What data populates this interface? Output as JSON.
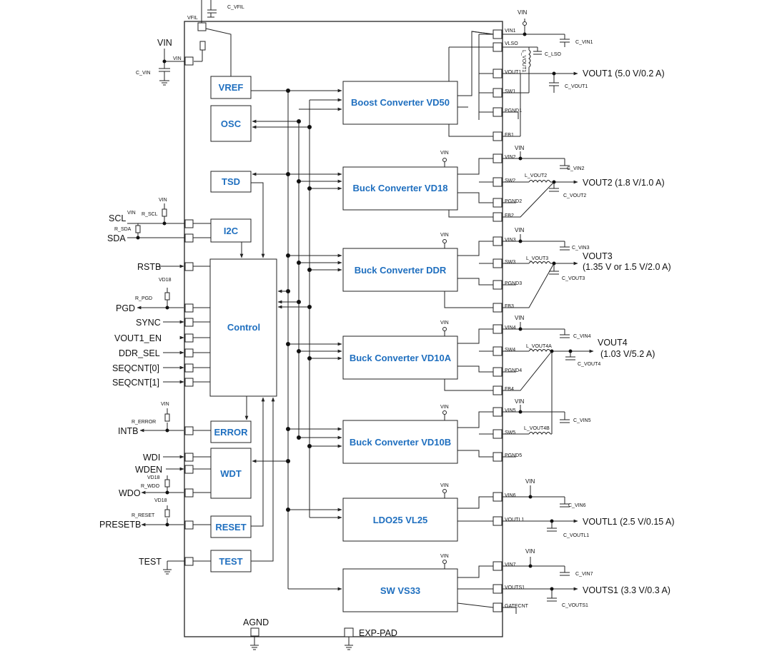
{
  "blocks": {
    "vref": "VREF",
    "osc": "OSC",
    "tsd": "TSD",
    "i2c": "I2C",
    "control": "Control",
    "error": "ERROR",
    "wdt": "WDT",
    "reset": "RESET",
    "test": "TEST"
  },
  "converters": [
    {
      "label": "Boost Converter  VD50"
    },
    {
      "label": "Buck Converter VD18"
    },
    {
      "label": "Buck Converter DDR"
    },
    {
      "label": "Buck Converter VD10A"
    },
    {
      "label": "Buck Converter VD10B"
    },
    {
      "label": "LDO25  VL25"
    },
    {
      "label": "SW  VS33"
    }
  ],
  "left_signals": {
    "vin_top": "VIN",
    "c_vin": "C_VIN",
    "vin_pin": "VIN",
    "vfil": "VFIL",
    "c_vfil": "C_VFIL",
    "scl": "SCL",
    "sda": "SDA",
    "vin_i2c": "VIN",
    "vin_i2c2": "VIN",
    "r_scl": "R_SCL",
    "r_sda": "R_SDA",
    "rstb": "RSTB",
    "vd18_pgd": "VD18",
    "r_pgd": "R_PGD",
    "pgd": "PGD",
    "sync": "SYNC",
    "vout1_en": "VOUT1_EN",
    "ddr_sel": "DDR_SEL",
    "seqcnt0": "SEQCNT[0]",
    "seqcnt1": "SEQCNT[1]",
    "vin_err": "VIN",
    "r_error": "R_ERROR",
    "intb": "INTB",
    "wdi": "WDI",
    "wden": "WDEN",
    "vd18_wdo": "VD18",
    "r_wdo": "R_WDO",
    "wdo": "WDO",
    "vd18_rst": "VD18",
    "r_reset": "R_RESET",
    "presetb": "PRESETB",
    "test": "TEST",
    "agnd": "AGND",
    "exp_pad": "EXP-PAD"
  },
  "right_pins": {
    "vin1": "VIN1",
    "vlso": "VLSO",
    "vout1": "VOUT1",
    "sw1": "SW1",
    "pgnd1": "PGND1",
    "fb1": "FB1",
    "vin2": "VIN2",
    "sw2": "SW2",
    "pgnd2": "PGND2",
    "fb2": "FB2",
    "vin3": "VIN3",
    "sw3": "SW3",
    "pgnd3": "PGND3",
    "fb3": "FB3",
    "vin4": "VIN4",
    "sw4": "SW4",
    "pgnd4": "PGND4",
    "fb4": "FB4",
    "vin5": "VIN5",
    "sw5": "SW5",
    "pgnd5": "PGND5",
    "vin6": "VIN6",
    "voutl1": "VOUTL1",
    "vin7": "VIN7",
    "vouts1": "VOUTS1",
    "gatecnt": "GATECNT"
  },
  "right_labels": {
    "vin_r1": "VIN",
    "c_vin1": "C_VIN1",
    "c_lso": "C_LSO",
    "l_vout1": "L_VOUT1",
    "vout1": "VOUT1 (5.0 V/0.2 A)",
    "c_vout1": "C_VOUT1",
    "vin_g2": "VIN",
    "vin_r2": "VIN",
    "c_vin2": "C_VIN2",
    "l_vout2": "L_VOUT2",
    "vout2": "VOUT2 (1.8 V/1.0 A)",
    "c_vout2": "C_VOUT2",
    "vin_g3": "VIN",
    "vin_r3": "VIN",
    "c_vin3": "C_VIN3",
    "l_vout3": "L_VOUT3",
    "vout3_a": "VOUT3",
    "vout3_b": "(1.35 V or 1.5 V/2.0 A)",
    "c_vout3": "C_VOUT3",
    "vin_g4": "VIN",
    "vin_r4": "VIN",
    "c_vin4": "C_VIN4",
    "l_vout4a": "L_VOUT4A",
    "vout4_a": "VOUT4",
    "vout4_b": "(1.03 V/5.2 A)",
    "c_vout4": "C_VOUT4",
    "vin_g5": "VIN",
    "vin_r5": "VIN",
    "c_vin5": "C_VIN5",
    "l_vout4b": "L_VOUT4B",
    "vin_g6": "VIN",
    "vin_r6": "VIN",
    "c_vin6": "C_VIN6",
    "voutl1": "VOUTL1 (2.5 V/0.15 A)",
    "c_voutl1": "C_VOUTL1",
    "vin_g7": "VIN",
    "vin_r7": "VIN",
    "c_vin7": "C_VIN7",
    "vouts1": "VOUTS1 (3.3 V/0.3 A)",
    "c_vouts1": "C_VOUTS1"
  },
  "colors": {
    "block_label": "#1f6fbf",
    "line": "#222222"
  }
}
